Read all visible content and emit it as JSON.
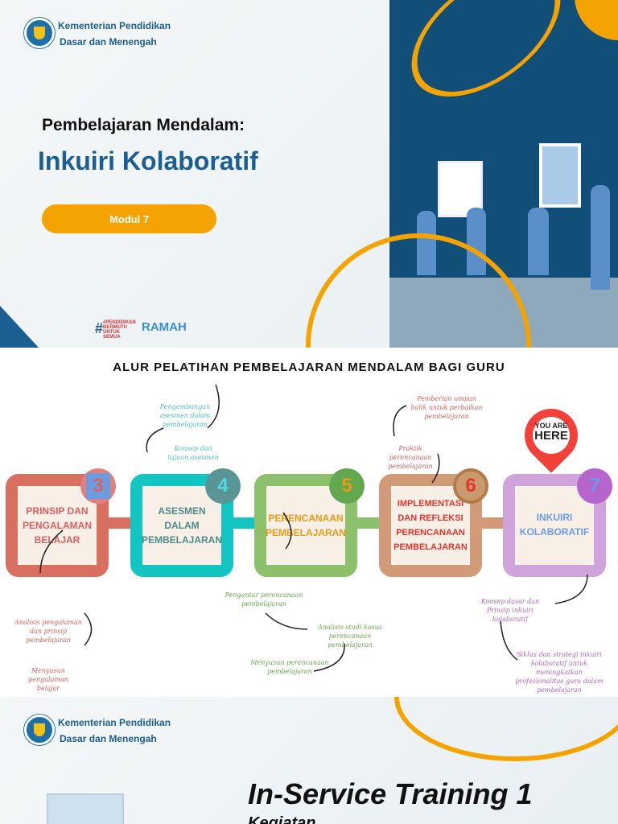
{
  "slide1": {
    "org_line1": "Kementerian Pendidikan",
    "org_line2": "Dasar dan Menengah",
    "subtitle": "Pembelajaran Mendalam:",
    "title": "Inkuiri Kolaboratif",
    "module_label": "Modul 7",
    "logo_text_1": "#PENDIDIKAN BERMUTU UNTUK SEMUA",
    "logo_text_2": "RAMAH"
  },
  "flow": {
    "title": "ALUR PELATIHAN PEMBELAJARAN MENDALAM BAGI GURU",
    "you_are_here": [
      "YOU ARE",
      "HERE"
    ],
    "steps": [
      {
        "num": "3",
        "label": "PRINSIP DAN PENGALAMAN BELAJAR",
        "color": "#d9705f",
        "text": "#d9605f",
        "badge": "#6d9be0"
      },
      {
        "num": "4",
        "label": "ASESMEN DALAM PEMBELAJARAN",
        "color": "#12c5c3",
        "text": "#4e8a8a",
        "badge": "#5a9595"
      },
      {
        "num": "5",
        "label": "PERENCANAAN PEMBELAJARAN",
        "color": "#8dc06b",
        "text": "#e79b17",
        "badge": "#62a850"
      },
      {
        "num": "6",
        "label": "IMPLEMENTASI DAN REFLEKSI PERENCANAAN PEMBELAJARAN",
        "color": "#d29a76",
        "text": "#e2352c",
        "badge": "#b57a4a"
      },
      {
        "num": "7",
        "label": "INKUIRI KOLABORATIF",
        "color": "#cfa3db",
        "text": "#6c9ae6",
        "badge": "#b565cc"
      }
    ],
    "notes": {
      "s3a": "Analisis pengalaman dan prinsip pembelajaran",
      "s3b": "Menyusun pengalaman belajar",
      "s4a": "Konsep dan tujuan asesmen",
      "s4b": "Pengembangan asesmen dalam pembelajaran",
      "s5a": "Pengantar perencanaan pembelajaran",
      "s5b": "Analisis studi kasus perencanaan pembelajaran",
      "s5c": "Menyusun perencanaan pembelajaran",
      "s6a": "Praktik perencanaan pembelajaran",
      "s6b": "Pemberian umpan balik untuk perbaikan pembelajaran",
      "s7a": "Konsep dasar dan Prinsip inkuiri kolaboratif",
      "s7b": "Siklus dan strategi inkuiri kolaboratif untuk meningkatkan profesionalitas guru dalam pembelajaran"
    }
  },
  "slide3": {
    "org_line1": "Kementerian Pendidikan",
    "org_line2": "Dasar dan Menengah",
    "title": "In-Service Training 1",
    "subtitle": "Kegiatan"
  }
}
